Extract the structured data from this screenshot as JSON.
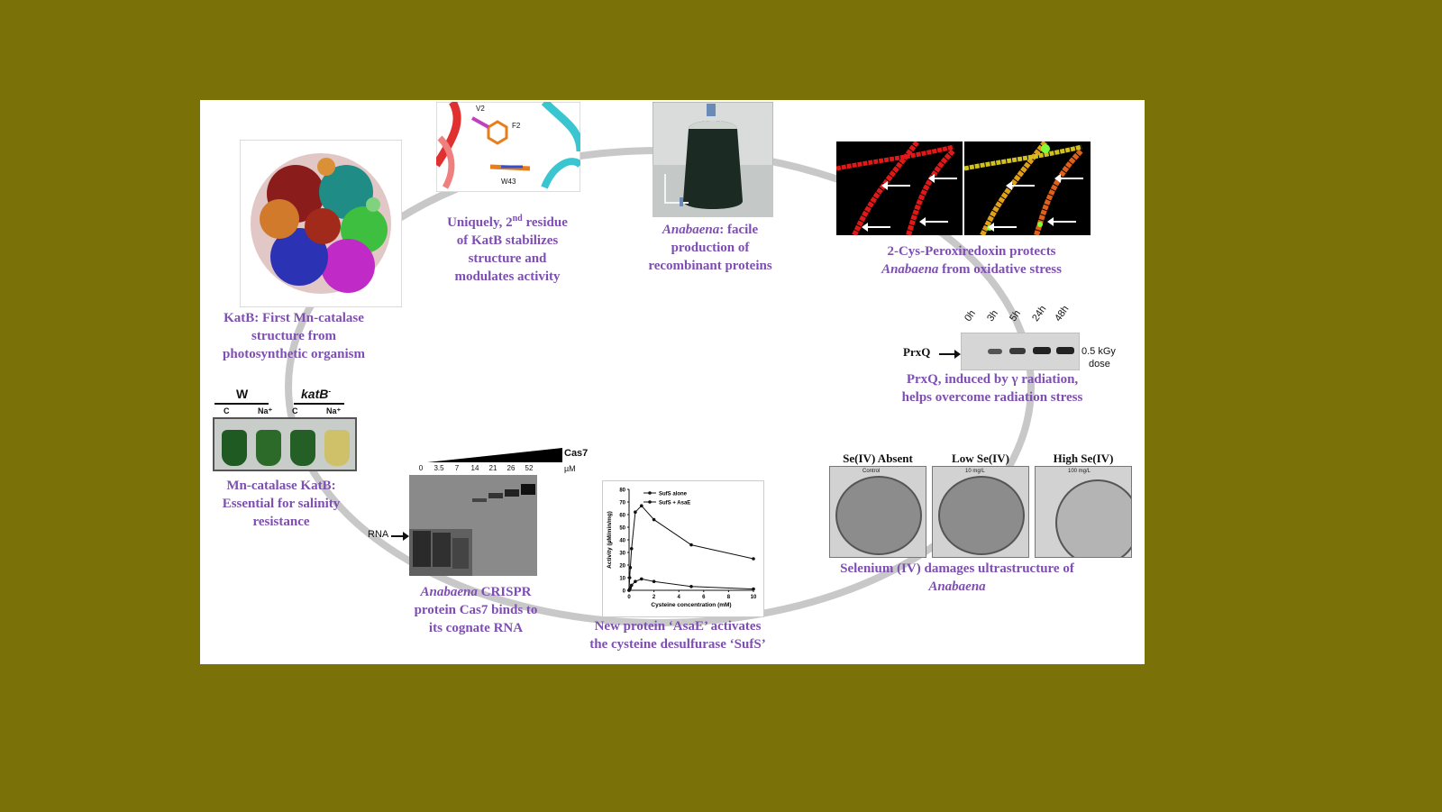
{
  "captions": {
    "katb_structure": {
      "line1": "KatB: First Mn-catalase",
      "line2": "structure from",
      "line3": "photosynthetic organism"
    },
    "second_residue": {
      "line1_a": "Uniquely, 2",
      "line1_sup": "nd",
      "line1_b": " residue",
      "line2": "of KatB stabilizes",
      "line3": "structure and",
      "line4": "modulates activity"
    },
    "anabaena_production": {
      "line1_italic": "Anabaena",
      "line1_rest": ": facile",
      "line2": "production of",
      "line3": "recombinant proteins"
    },
    "peroxiredoxin": {
      "line1": "2-Cys-Peroxiredoxin protects",
      "line2_italic": "Anabaena",
      "line2_rest": " from oxidative stress"
    },
    "prxq": {
      "line1": "PrxQ, induced by γ radiation,",
      "line2": "helps overcome radiation stress"
    },
    "selenium": {
      "line1": "Selenium (IV) damages ultrastructure of",
      "line2_italic": "Anabaena"
    },
    "asae": {
      "line1": "New protein ‘AsaE’ activates",
      "line2": "the cysteine desulfurase ‘SufS’"
    },
    "cas7": {
      "line1_italic": "Anabaena",
      "line1_rest": " CRISPR",
      "line2": "protein Cas7 binds to",
      "line3": "its cognate RNA"
    },
    "salinity": {
      "line1": "Mn-catalase KatB:",
      "line2": "Essential for salinity",
      "line3": "resistance"
    }
  },
  "structure_labels": {
    "v2": "V2",
    "f2": "F2",
    "w43": "W43"
  },
  "prxq_blot": {
    "lanes": [
      "0h",
      "3h",
      "5h",
      "24h",
      "48h"
    ],
    "protein": "PrxQ",
    "dose_line1": "0.5 kGy",
    "dose_line2": "dose"
  },
  "selenium_panels": [
    {
      "title": "Se(IV) Absent",
      "sub": "Control"
    },
    {
      "title": "Low Se(IV)",
      "sub": "10 mg/L"
    },
    {
      "title": "High Se(IV)",
      "sub": "100 mg/L"
    }
  ],
  "salinity_tubes": {
    "group1": "W",
    "group2": "katB",
    "group2_sup": "-",
    "tube_labels": [
      "C",
      "Na⁺",
      "C",
      "Na⁺"
    ],
    "tube_colors": [
      "#1f5a22",
      "#2c6a2a",
      "#245f25",
      "#cfc06a"
    ]
  },
  "cas7_gel": {
    "protein": "Cas7",
    "unit": "µM",
    "concentrations": [
      "0",
      "3.5",
      "7",
      "14",
      "21",
      "26",
      "52"
    ],
    "rna_label": "RNA"
  },
  "colors": {
    "background": "#7b7109",
    "caption": "#7d4fb0",
    "ring": "#c8c8c8"
  },
  "chart_data": {
    "type": "line",
    "xlabel": "Cysteine concentration (mM)",
    "ylabel": "Activity (µM/min/mg)",
    "xlim": [
      0,
      10
    ],
    "ylim": [
      0,
      80
    ],
    "xticks": [
      0,
      2,
      4,
      6,
      8,
      10
    ],
    "yticks": [
      0,
      10,
      20,
      30,
      40,
      50,
      60,
      70,
      80
    ],
    "legend_position": "top-left",
    "series": [
      {
        "name": "SufS alone",
        "x": [
          0,
          0.05,
          0.1,
          0.2,
          0.5,
          1,
          2,
          5,
          10
        ],
        "y": [
          0,
          1,
          2,
          4,
          7,
          9,
          7,
          3,
          1
        ]
      },
      {
        "name": "SufS + AsaE",
        "x": [
          0,
          0.05,
          0.1,
          0.2,
          0.5,
          1,
          2,
          5,
          10
        ],
        "y": [
          0,
          10,
          18,
          33,
          62,
          67,
          56,
          36,
          25
        ]
      }
    ]
  }
}
